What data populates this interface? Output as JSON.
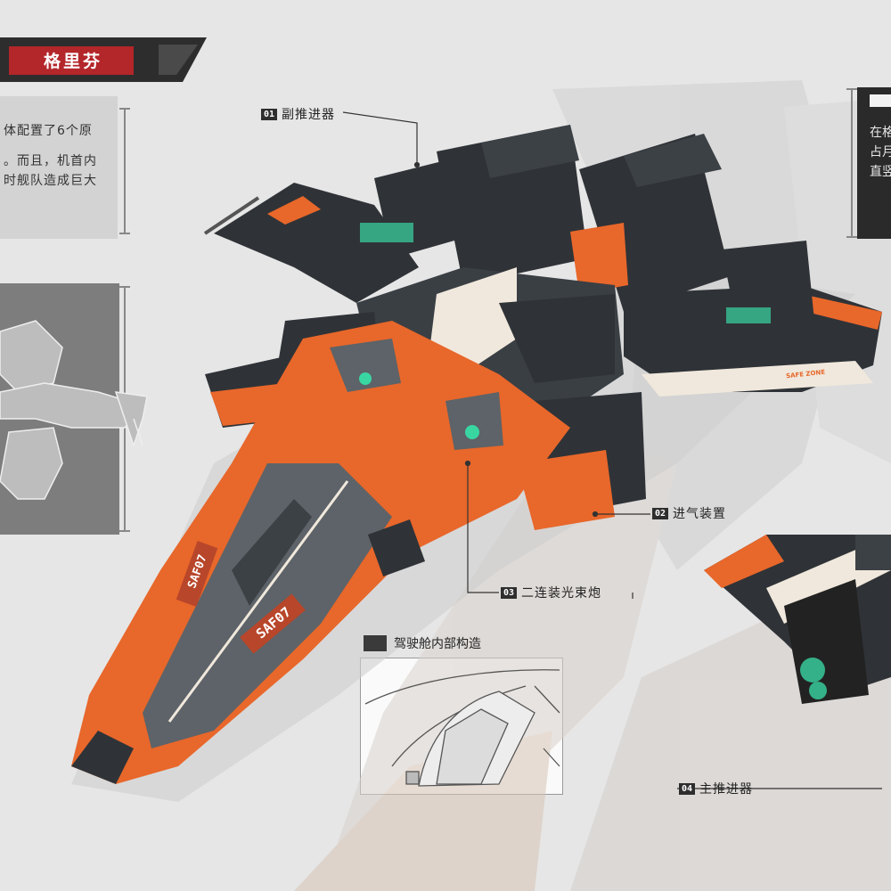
{
  "title": "格里芬",
  "description_left": [
    "体配置了6个原",
    "。而且，机首内",
    "时舰队造成巨大"
  ],
  "description_right": [
    "在格",
    "占月",
    "直竖"
  ],
  "hull_marking": "SAF07",
  "wing_marking": "SAFE ZONE",
  "cockpit_section_label": "驾驶舱内部构造",
  "callouts": [
    {
      "num": "01",
      "label": "副推进器"
    },
    {
      "num": "02",
      "label": "进气装置"
    },
    {
      "num": "03",
      "label": "二连装光束炮"
    },
    {
      "num": "04",
      "label": "主推进器"
    }
  ],
  "colors": {
    "background": "#e6e6e6",
    "banner_red": "#b3262a",
    "hull_orange": "#e8672a",
    "hull_dark": "#2f3337",
    "hull_grey": "#5d6368",
    "accent_green": "#39d6a2",
    "hull_cream": "#f0e8dc"
  },
  "icons": [
    "spaceship-illustration",
    "spaceship-sketch",
    "cockpit-sketch",
    "engine-closeup"
  ]
}
